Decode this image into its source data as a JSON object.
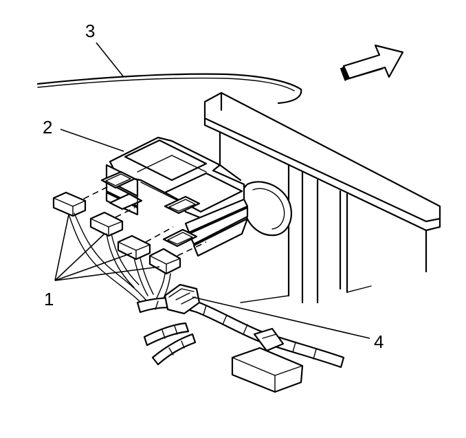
{
  "diagram": {
    "callouts": [
      {
        "id": "1",
        "text": "1"
      },
      {
        "id": "2",
        "text": "2"
      },
      {
        "id": "3",
        "text": "3"
      },
      {
        "id": "4",
        "text": "4"
      }
    ],
    "icons": [
      "direction-arrow-icon"
    ]
  }
}
